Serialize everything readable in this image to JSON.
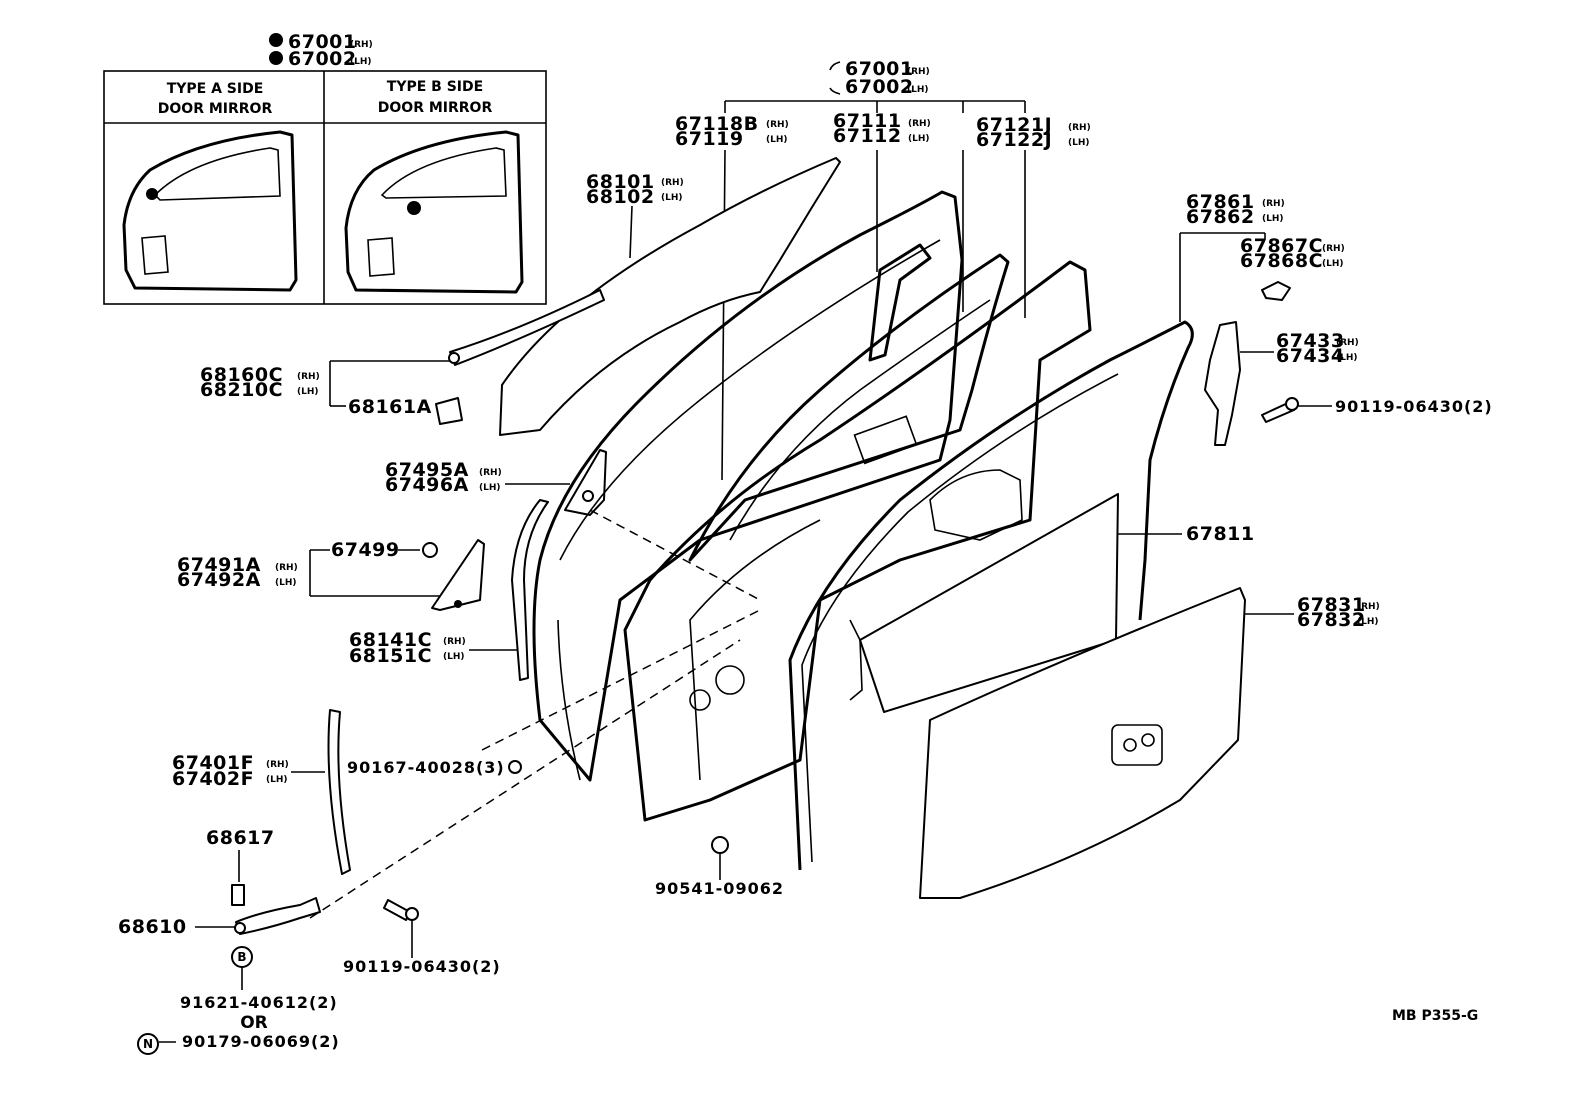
{
  "inset": {
    "type_a_line1": "TYPE A SIDE",
    "type_a_line2": "DOOR MIRROR",
    "type_b_line1": "TYPE B SIDE",
    "type_b_line2": "DOOR MIRROR",
    "top_rh": "67001",
    "top_lh": "67002"
  },
  "parts": {
    "p67001": "67001",
    "p67002": "67002",
    "p67118b": "67118B",
    "p67119": "67119",
    "p67111": "67111",
    "p67112": "67112",
    "p67121j": "67121J",
    "p67122j": "67122J",
    "p68101": "68101",
    "p68102": "68102",
    "p67861": "67861",
    "p67862": "67862",
    "p67867c": "67867C",
    "p67868c": "67868C",
    "p67433": "67433",
    "p67434": "67434",
    "p68160c": "68160C",
    "p68210c": "68210C",
    "p68161a": "68161A",
    "p67495a": "67495A",
    "p67496a": "67496A",
    "p67499": "67499",
    "p67491a": "67491A",
    "p67492a": "67492A",
    "p68141c": "68141C",
    "p68151c": "68151C",
    "p67811": "67811",
    "p67831": "67831",
    "p67832": "67832",
    "p67401f": "67401F",
    "p67402f": "67402F",
    "p68617": "68617",
    "p68610": "68610",
    "bolt_right": "90119-06430(2)",
    "bolt_bottom": "90119-06430(2)",
    "screw_90167": "90167-40028(3)",
    "clip_90541": "90541-09062",
    "pn_91621": "91621-40612(2)",
    "or_text": "OR",
    "pn_90179": "90179-06069(2)"
  },
  "suffix": {
    "rh": "(RH)",
    "lh": "(LH)"
  },
  "badges": {
    "b": "B",
    "n": "N"
  },
  "footer": {
    "code": "MB P355-G"
  }
}
